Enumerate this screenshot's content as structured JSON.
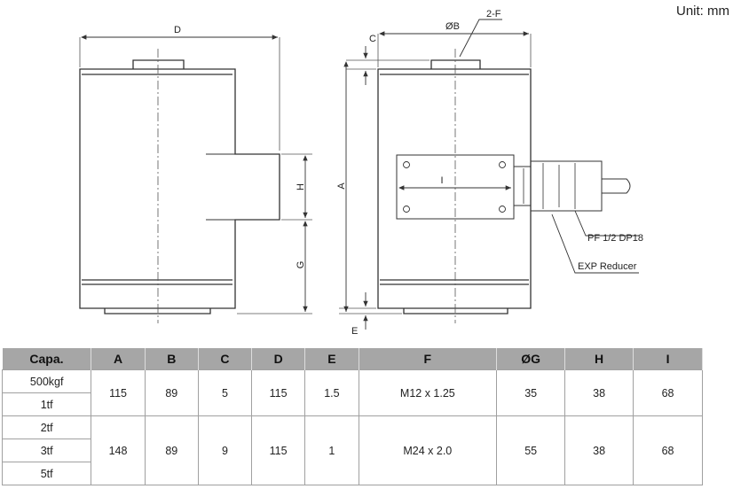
{
  "unit_label": "Unit: mm",
  "drawing": {
    "dim_D": "D",
    "dim_C": "C",
    "dim_B": "ØB",
    "dim_F": "2-F",
    "dim_H": "H",
    "dim_G": "G",
    "dim_A": "A",
    "dim_I": "I",
    "dim_E": "E",
    "callout_pf": "PF 1/2  DP18",
    "callout_exp": "EXP Reducer"
  },
  "table": {
    "headers": [
      "Capa.",
      "A",
      "B",
      "C",
      "D",
      "E",
      "F",
      "ØG",
      "H",
      "I"
    ],
    "group1": {
      "capacities": [
        "500kgf",
        "1tf"
      ],
      "values": [
        "115",
        "89",
        "5",
        "115",
        "1.5",
        "M12 x 1.25",
        "35",
        "38",
        "68"
      ]
    },
    "group2": {
      "capacities": [
        "2tf",
        "3tf",
        "5tf"
      ],
      "values": [
        "148",
        "89",
        "9",
        "115",
        "1",
        "M24 x 2.0",
        "55",
        "38",
        "68"
      ]
    }
  }
}
